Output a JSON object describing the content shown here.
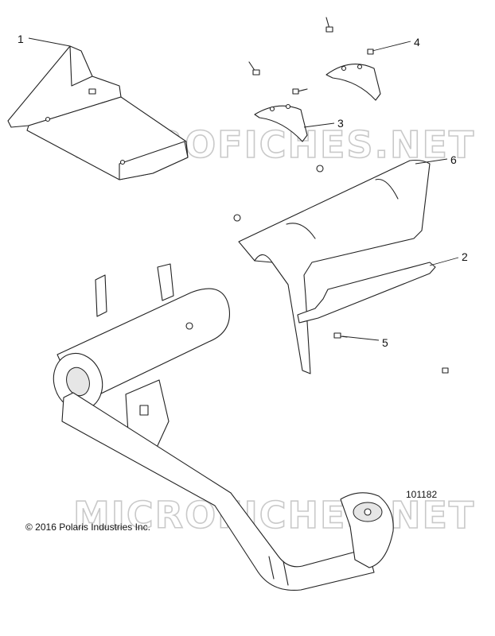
{
  "callouts": [
    {
      "id": "1",
      "label": "1"
    },
    {
      "id": "2",
      "label": "2"
    },
    {
      "id": "3",
      "label": "3"
    },
    {
      "id": "4",
      "label": "4"
    },
    {
      "id": "5",
      "label": "5"
    },
    {
      "id": "6",
      "label": "6"
    }
  ],
  "watermark": "MICROFICHES.NET",
  "part_number": "101182",
  "copyright": "© 2016 Polaris Industries Inc."
}
